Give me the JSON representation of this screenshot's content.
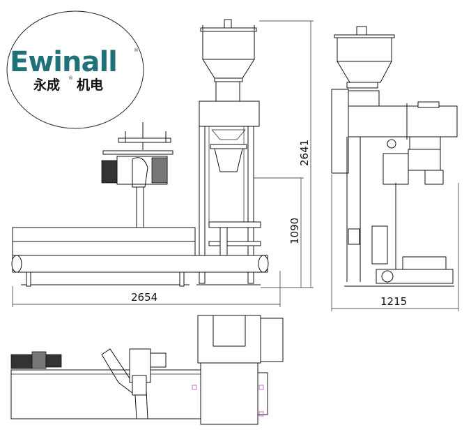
{
  "logo": {
    "brand": "Ewinall",
    "reg_mark": "®",
    "chinese": "永成",
    "chinese_reg_mark": "®",
    "chinese_suffix": "机电",
    "brand_color": "#1f7378"
  },
  "dimensions": {
    "total_width": "2654",
    "total_height": "2641",
    "conveyor_height": "1090",
    "side_width": "1215"
  }
}
